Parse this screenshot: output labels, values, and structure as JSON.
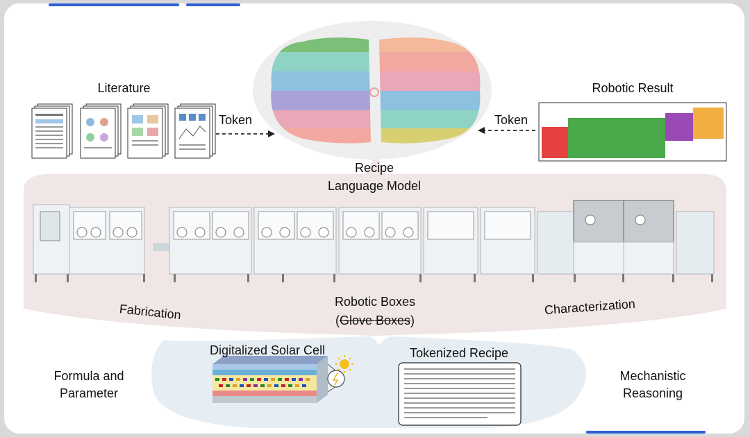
{
  "labels": {
    "literature": "Literature",
    "robotic_result": "Robotic Result",
    "token_left": "Token",
    "token_right": "Token",
    "model_line1": "Recipe",
    "model_line2": "Language Model",
    "fabrication": "Fabrication",
    "robotic_boxes": "Robotic Boxes",
    "glove_boxes": "Glove Boxes",
    "characterization": "Characterization",
    "digital_solar_cell": "Digitalized Solar Cell",
    "tokenized_recipe": "Tokenized Recipe",
    "formula_line1": "Formula and",
    "formula_line2": "Parameter",
    "mech_line1": "Mechanistic",
    "mech_line2": "Reasoning"
  },
  "colors": {
    "accent_bar": "#2f5fd6",
    "model_bg": "#f0e6e6",
    "lower_bg": "#e6eef4"
  },
  "icons": [
    "brain-icon",
    "document-icon",
    "robot-box-icon",
    "solar-cell-icon",
    "sun-icon",
    "arrow-icon"
  ]
}
